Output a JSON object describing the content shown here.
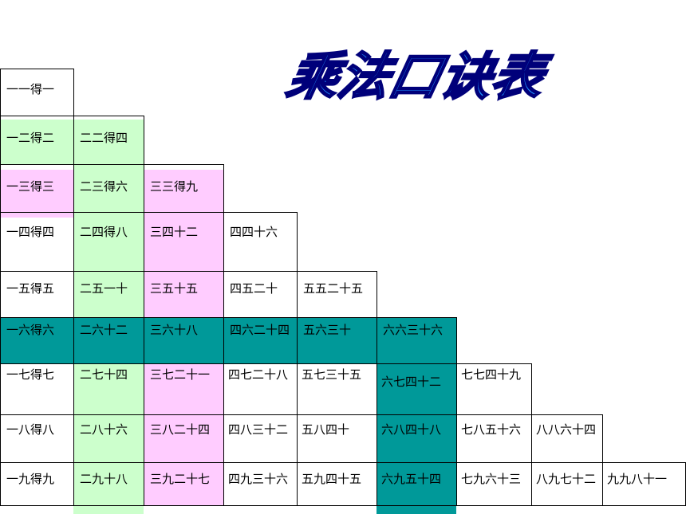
{
  "title": "乘法口诀表",
  "colors": {
    "green": "#ccffcc",
    "pink": "#ffccff",
    "teal": "#009999",
    "title_fill": "#1e90ff",
    "title_stroke": "#00007a"
  },
  "rows": [
    [
      "一一得一"
    ],
    [
      "一二得二",
      "二二得四"
    ],
    [
      "一三得三",
      "二三得六",
      "三三得九"
    ],
    [
      "一四得四",
      "二四得八",
      "三四十二",
      "四四十六"
    ],
    [
      "一五得五",
      "二五一十",
      "三五十五",
      "四五二十",
      "五五二十五"
    ],
    [
      "一六得六",
      "二六十二",
      "三六十八",
      "四六二十四",
      "五六三十",
      "六六三十六"
    ],
    [
      "一七得七",
      "二七十四",
      "三七二十一",
      "四七二十八",
      "五七三十五",
      "六七四十二",
      "七七四十九"
    ],
    [
      "一八得八",
      "二八十六",
      "三八二十四",
      "四八三十二",
      "五八四十",
      "六八四十八",
      "七八五十六",
      "八八六十四"
    ],
    [
      "一九得九",
      "二九十八",
      "三九二十七",
      "四九三十六",
      "五九四十五",
      "六九五十四",
      "七九六十三",
      "八九七十二",
      "九九八十一"
    ]
  ]
}
